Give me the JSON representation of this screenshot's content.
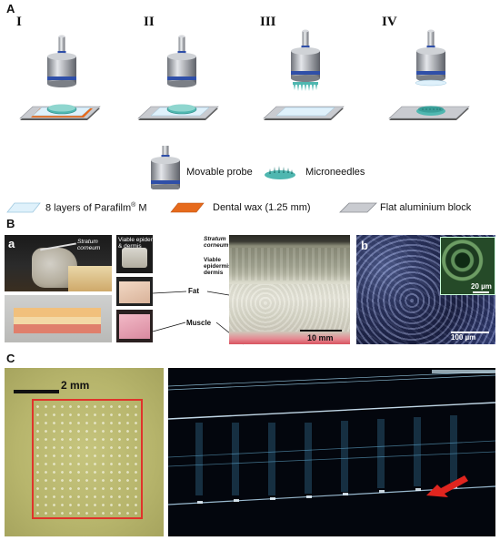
{
  "panel_a": {
    "letter": "A",
    "stages": [
      "I",
      "II",
      "III",
      "IV"
    ],
    "legend": {
      "probe": "Movable probe",
      "microneedles": "Microneedles",
      "parafilm": "8 layers of Parafilm",
      "parafilm_sup": "®",
      "parafilm_suffix": " M",
      "dental_wax": "Dental wax (1.25 mm)",
      "aluminium": "Flat aluminium block"
    },
    "colors": {
      "probe_band": "#2f4fa8",
      "needle": "#4fb7b0",
      "wax": "#e66a1c",
      "block": "#b9bcc3"
    }
  },
  "panel_b": {
    "letter": "B",
    "sub_a": "a",
    "sub_b": "b",
    "label_stratum": "Stratum corneum",
    "label_viable": "Viable epidermis & dermis",
    "label_fat": "Fat",
    "label_muscle": "Muscle",
    "label_stratum_big_1": "Stratum",
    "label_stratum_big_2": "corneum",
    "label_viable_big": "Viable epidermis & dermis",
    "scale_cross_section": "10 mm",
    "scale_sem": "100 µm",
    "scale_inset": "20 µm"
  },
  "panel_c": {
    "letter": "C",
    "scale_photo": "2 mm",
    "colors": {
      "box": "#e0332b",
      "arrow": "#e0251f"
    }
  }
}
